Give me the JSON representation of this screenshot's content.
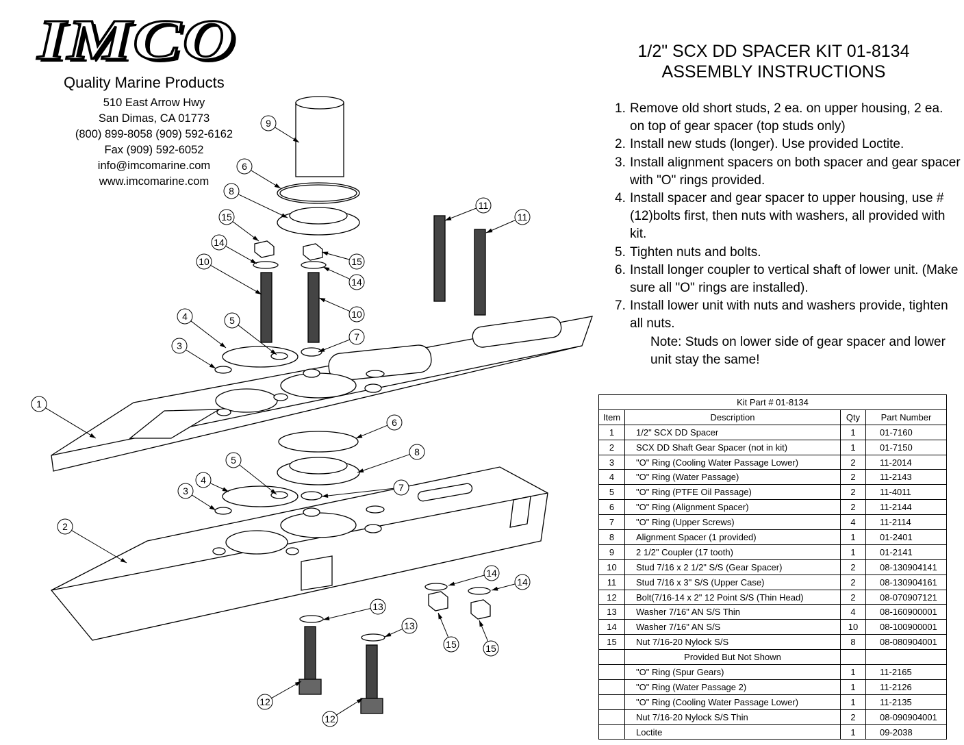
{
  "header": {
    "logo_text": "IMCO",
    "tagline": "Quality Marine Products",
    "address": [
      "510 East Arrow Hwy",
      "San Dimas, CA 01773",
      "(800) 899-8058 (909) 592-6162",
      "Fax (909) 592-6052",
      "info@imcomarine.com",
      "www.imcomarine.com"
    ],
    "title_line1": "1/2\" SCX DD SPACER KIT 01-8134",
    "title_line2": "ASSEMBLY INSTRUCTIONS"
  },
  "instructions": {
    "steps": [
      {
        "num": "1.",
        "text": "Remove old short studs, 2 ea. on upper housing, 2 ea. on top of gear spacer (top studs only)"
      },
      {
        "num": "2.",
        "text": "Install new studs (longer). Use provided Loctite."
      },
      {
        "num": "3.",
        "text": "Install alignment spacers on both spacer and gear spacer with \"O\" rings provided."
      },
      {
        "num": "4.",
        "text": "Install spacer and gear spacer to upper housing, use #(12)bolts first, then nuts with washers, all provided with kit."
      },
      {
        "num": "5.",
        "text": "Tighten nuts and bolts."
      },
      {
        "num": "6.",
        "text": "Install longer coupler to vertical shaft of lower unit. (Make sure all \"O\" rings are installed)."
      },
      {
        "num": "7.",
        "text": "Install lower unit with nuts and washers provide, tighten all nuts."
      }
    ],
    "note": "Note: Studs on lower side of gear spacer and lower unit stay the same!"
  },
  "table": {
    "title": "Kit Part # 01-8134",
    "headers": [
      "Item",
      "Description",
      "Qty",
      "Part Number"
    ],
    "rows": [
      [
        "1",
        "1/2\" SCX DD Spacer",
        "1",
        "01-7160"
      ],
      [
        "2",
        "SCX DD Shaft Gear Spacer (not in kit)",
        "1",
        "01-7150"
      ],
      [
        "3",
        "\"O\" Ring (Cooling Water Passage Lower)",
        "2",
        "11-2014"
      ],
      [
        "4",
        "\"O\" Ring (Water Passage)",
        "2",
        "11-2143"
      ],
      [
        "5",
        "\"O\" Ring (PTFE Oil Passage)",
        "2",
        "11-4011"
      ],
      [
        "6",
        "\"O\" Ring (Alignment Spacer)",
        "2",
        "11-2144"
      ],
      [
        "7",
        "\"O\" Ring (Upper Screws)",
        "4",
        "11-2114"
      ],
      [
        "8",
        "Alignment Spacer (1 provided)",
        "1",
        "01-2401"
      ],
      [
        "9",
        "2 1/2\" Coupler (17 tooth)",
        "1",
        "01-2141"
      ],
      [
        "10",
        "Stud 7/16 x 2 1/2\" S/S (Gear Spacer)",
        "2",
        "08-130904141"
      ],
      [
        "11",
        "Stud 7/16 x 3\" S/S (Upper Case)",
        "2",
        "08-130904161"
      ],
      [
        "12",
        "Bolt(7/16-14 x 2\" 12 Point S/S (Thin Head)",
        "2",
        "08-070907121"
      ],
      [
        "13",
        "Washer 7/16\" AN S/S Thin",
        "4",
        "08-160900001"
      ],
      [
        "14",
        "Washer 7/16\" AN S/S",
        "10",
        "08-100900001"
      ],
      [
        "15",
        "Nut 7/16-20 Nylock S/S",
        "8",
        "08-080904001"
      ]
    ],
    "subheader": "Provided But Not Shown",
    "extra_rows": [
      [
        "",
        "\"O\" Ring (Spur Gears)",
        "1",
        "11-2165"
      ],
      [
        "",
        "\"O\" Ring (Water Passage 2)",
        "1",
        "11-2126"
      ],
      [
        "",
        "\"O\" Ring (Cooling Water Passage Lower)",
        "1",
        "11-2135"
      ],
      [
        "",
        "Nut 7/16-20 Nylock S/S Thin",
        "2",
        "08-090904001"
      ],
      [
        "",
        "Loctite",
        "1",
        "09-2038"
      ]
    ]
  },
  "diagram": {
    "callouts": [
      "9",
      "6",
      "8",
      "15",
      "14",
      "10",
      "15",
      "14",
      "10",
      "11",
      "11",
      "4",
      "5",
      "3",
      "7",
      "1",
      "6",
      "8",
      "5",
      "4",
      "3",
      "7",
      "2",
      "14",
      "14",
      "13",
      "13",
      "15",
      "15",
      "12",
      "12"
    ]
  }
}
